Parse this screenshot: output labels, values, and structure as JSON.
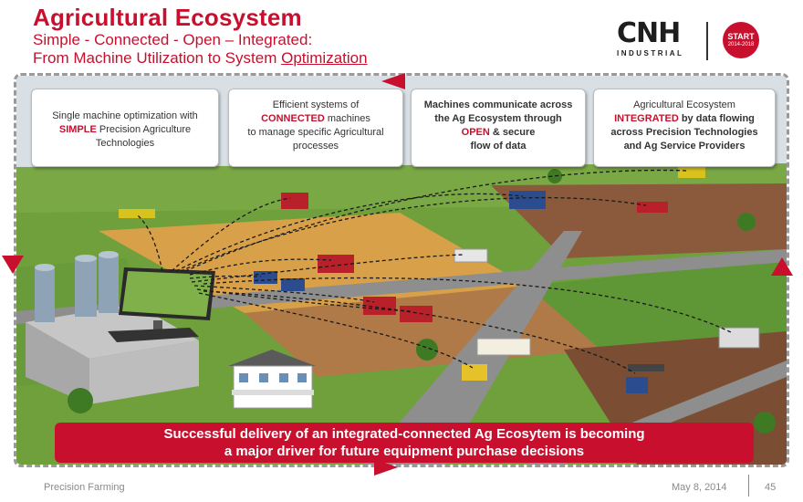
{
  "header": {
    "title": "Agricultural Ecosystem",
    "subtitle_line1": "Simple - Connected - Open – Integrated:",
    "subtitle_line2_prefix": "From Machine Utilization to System ",
    "subtitle_line2_underlined": "Optimization"
  },
  "logo": {
    "brand": "CNH",
    "tagline": "INDUSTRIAL",
    "badge_line1": "START",
    "badge_line2": "2014-2018"
  },
  "cards": [
    {
      "pre": "Single machine optimization with",
      "keyword": "SIMPLE",
      "post": " Precision Agriculture",
      "line3": "Technologies"
    },
    {
      "line1": "Efficient systems of",
      "keyword": "CONNECTED",
      "post": " machines",
      "line3": "to manage specific Agricultural",
      "line4": "processes"
    },
    {
      "line1": "Machines communicate across",
      "line2": "the Ag Ecosystem through",
      "keyword": "OPEN",
      "post": " & secure",
      "line4": "flow of data"
    },
    {
      "line1": "Agricultural Ecosystem",
      "keyword": "INTEGRATED",
      "post": " by data flowing",
      "line3": "across Precision Technologies",
      "line4": "and Ag Service Providers"
    }
  ],
  "banner": {
    "line1": "Successful delivery of an integrated-connected Ag Ecosytem is becoming",
    "line2": "a major driver for future equipment purchase decisions"
  },
  "footer": {
    "left": "Precision Farming",
    "date": "May 8, 2014",
    "page": "45"
  },
  "colors": {
    "accent": "#c8102e",
    "frame": "#9a9a9a"
  }
}
